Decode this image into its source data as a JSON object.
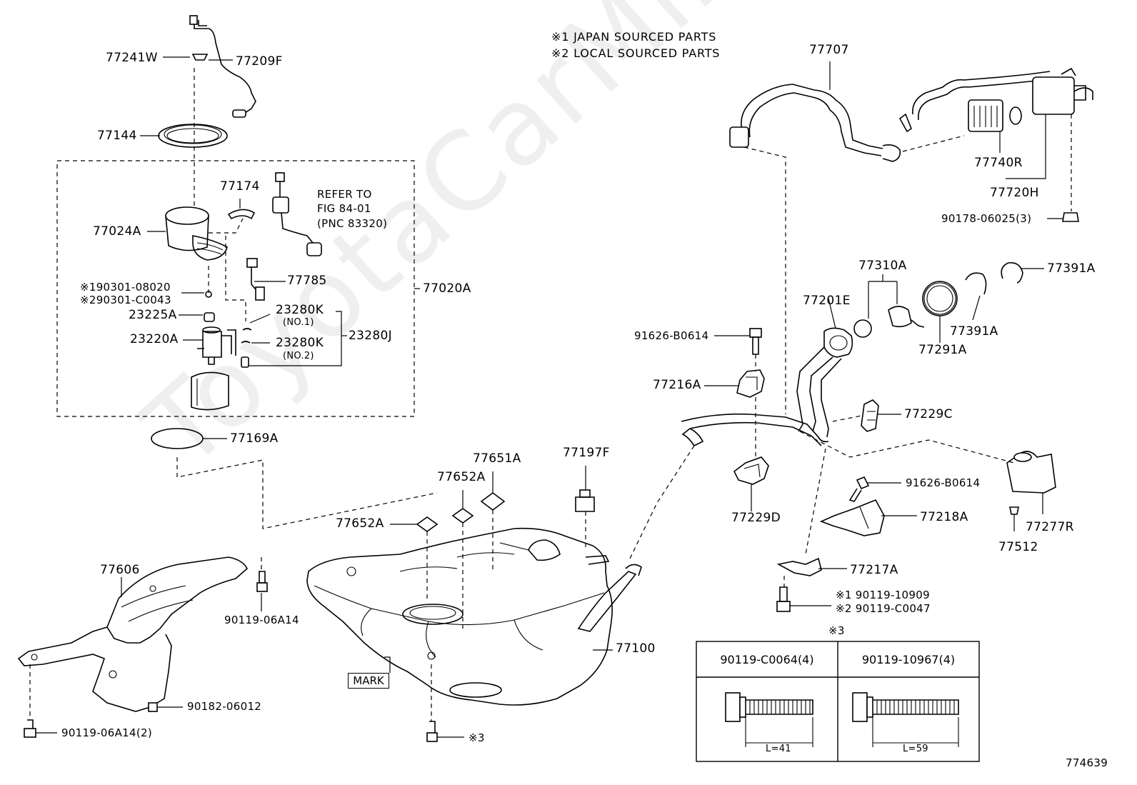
{
  "watermark": "ToyotaCarMine.ru",
  "notes": {
    "note1": "※1 JAPAN SOURCED PARTS",
    "note2": "※2 LOCAL SOURCED PARTS"
  },
  "labels": {
    "p77241W": "77241W",
    "p77209F": "77209F",
    "p77144": "77144",
    "p77174": "77174",
    "refer1": "REFER TO",
    "refer2": "FIG 84-01",
    "refer3": "(PNC 83320)",
    "p77024A": "77024A",
    "p77785": "77785",
    "p190301": "※190301-08020",
    "p290301": "※290301-C0043",
    "p77020A": "77020A",
    "p23225A": "23225A",
    "p23280K1": "23280K",
    "no1": "(NO.1)",
    "p23220A": "23220A",
    "p23280K2": "23280K",
    "no2": "(NO.2)",
    "p23280J": "23280J",
    "p77169A": "77169A",
    "p77651A": "77651A",
    "p77652A_a": "77652A",
    "p77652A_b": "77652A",
    "p77197F": "77197F",
    "p77606": "77606",
    "p90119_06A14": "90119-06A14",
    "p90182_06012": "90182-06012",
    "p90119_06A14_2": "90119-06A14(2)",
    "p77100": "77100",
    "mark": "MARK",
    "ref3_tank": "※3",
    "p77707": "77707",
    "p77740R": "77740R",
    "p77720H": "77720H",
    "p90178": "90178-06025(3)",
    "p77310A": "77310A",
    "p77391A_a": "77391A",
    "p77201E": "77201E",
    "p77391A_b": "77391A",
    "p77291A": "77291A",
    "p91626_a": "91626-B0614",
    "p77216A": "77216A",
    "p77229C": "77229C",
    "p91626_b": "91626-B0614",
    "p77218A": "77218A",
    "p77277R": "77277R",
    "p77229D": "77229D",
    "p77512": "77512",
    "p77217A": "77217A",
    "p90119_10909": "※1 90119-10909",
    "p90119_C0047": "※2 90119-C0047",
    "table_ref": "※3",
    "fig_no": "774639"
  },
  "bolt_table": {
    "col1_head": "90119-C0064(4)",
    "col2_head": "90119-10967(4)",
    "col1_len": "L=41",
    "col2_len": "L=59"
  }
}
